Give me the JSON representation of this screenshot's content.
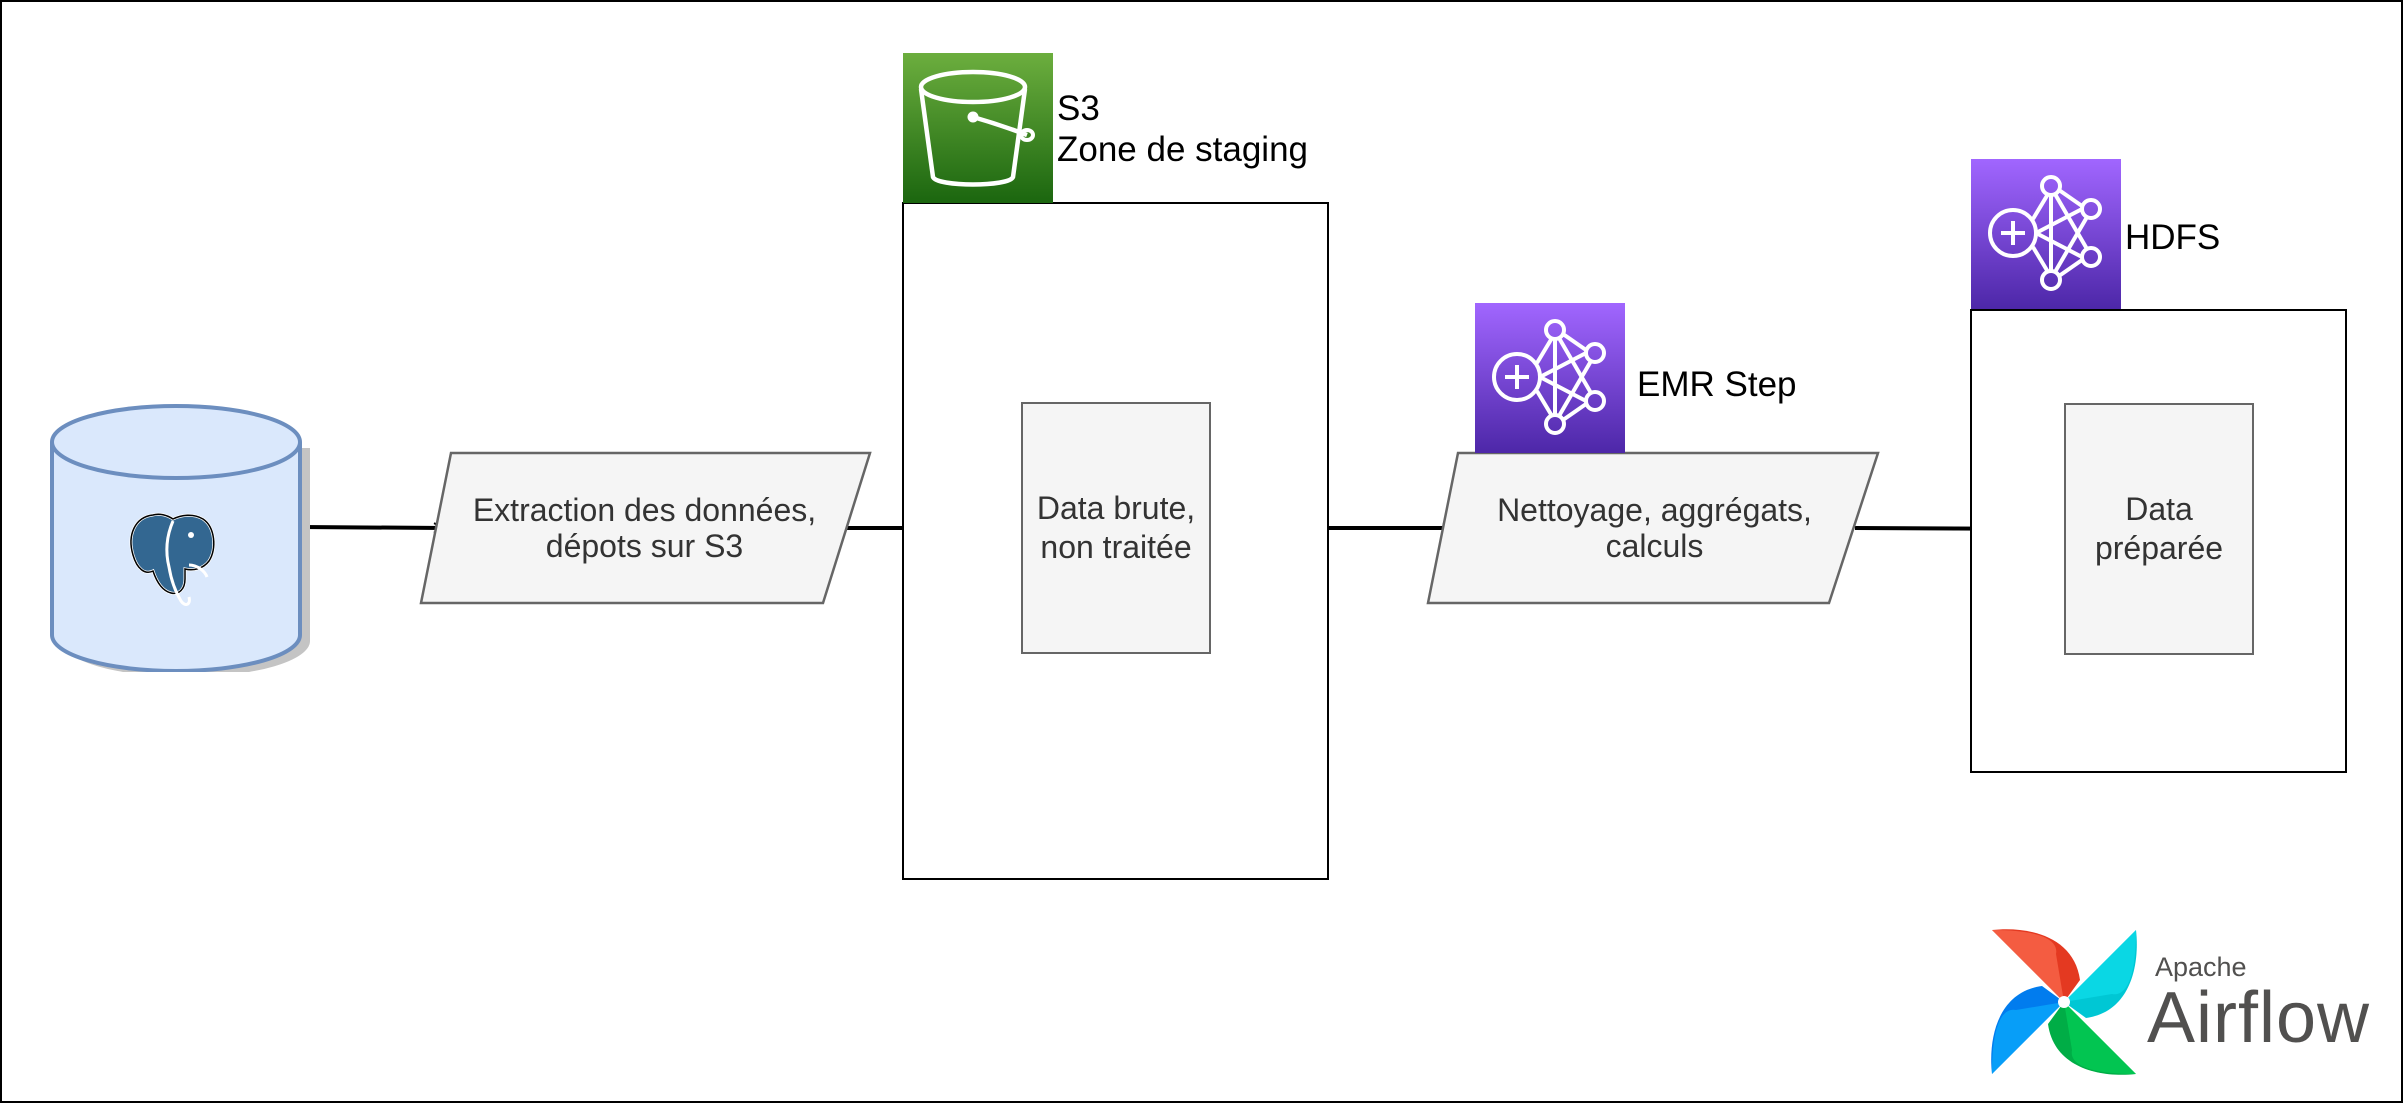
{
  "diagram": {
    "source": {
      "icon": "postgresql-elephant-icon",
      "shape": "database-cylinder"
    },
    "extraction_step": {
      "label": "Extraction des données,\ndépots sur S3"
    },
    "s3": {
      "icon": "s3-bucket-icon",
      "title": "S3\nZone de staging",
      "inner_label": "Data brute,\nnon traitée",
      "color": "#3f8624"
    },
    "emr_step": {
      "icon": "emr-icon",
      "title": "EMR Step",
      "label": "Nettoyage, aggrégats,\ncalculs",
      "color": "#7b3fe4"
    },
    "hdfs": {
      "icon": "emr-icon",
      "title": "HDFS",
      "inner_label": "Data\npréparée",
      "color": "#7b3fe4"
    },
    "logo": {
      "icon": "airflow-pinwheel-icon",
      "line1": "Apache",
      "line2": "Airflow"
    }
  }
}
